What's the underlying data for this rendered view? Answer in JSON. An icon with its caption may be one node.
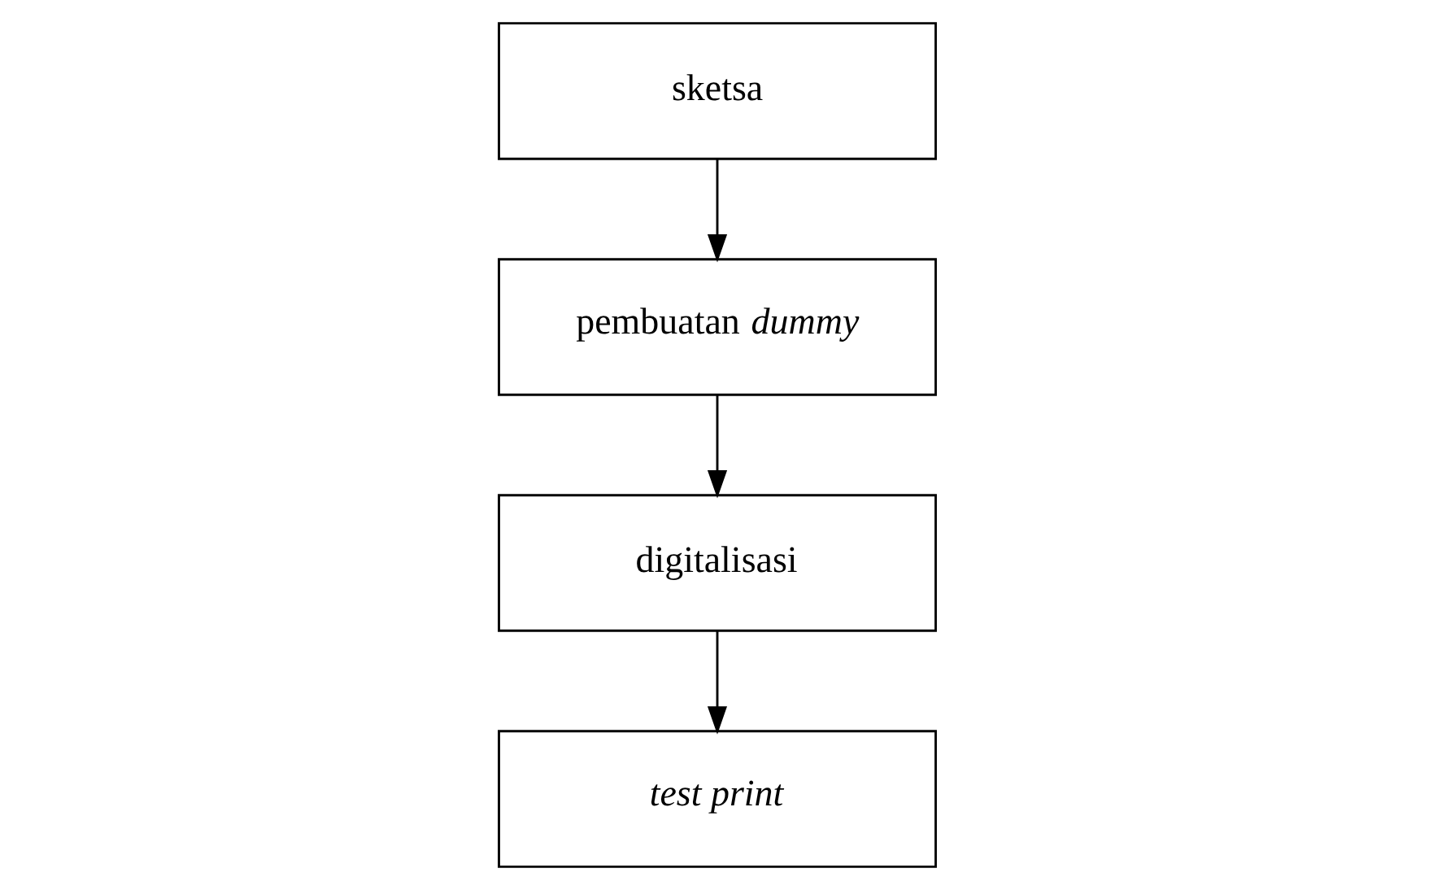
{
  "diagram": {
    "nodes": [
      {
        "text": [
          "sketsa"
        ]
      },
      {
        "text": [
          "pembuatan *dummy*"
        ]
      },
      {
        "text": [
          "digitalisasi"
        ]
      },
      {
        "text": [
          "test print"
        ]
      }
    ],
    "edges": [
      {
        "from": 0,
        "to": 1,
        "arrow": "to"
      },
      {
        "from": 1,
        "to": 2,
        "arrow": "to"
      },
      {
        "from": 2,
        "to": 3,
        "arrow": "to"
      }
    ]
  }
}
